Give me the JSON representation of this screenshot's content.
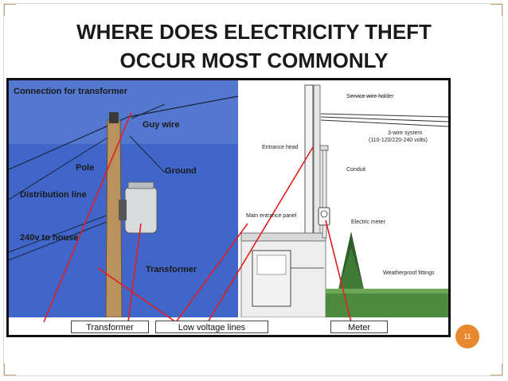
{
  "slide": {
    "title_line1": "WHERE DOES ELECTRICITY THEFT",
    "title_line2": "OCCUR MOST COMMONLY",
    "page_number": "11"
  },
  "figure": {
    "left_labels": {
      "connection": "Connection for transformer",
      "guy_wire": "Guy wire",
      "pole": "Pole",
      "ground": "Ground",
      "distribution": "Distribution line",
      "house": "240v to house",
      "transformer": "Transformer"
    },
    "right_labels": {
      "service_wire": "Service wire holder",
      "three_wire_line1": "3-wire system",
      "three_wire_line2": "(110-120/220-240 volts)",
      "entrance_head": "Entrance head",
      "conduit": "Conduit",
      "main_panel_line1": "Main entrance panel",
      "main_panel_line2": "",
      "electric_meter": "Electric meter",
      "weatherproof": "Weatherproof fittings"
    },
    "callouts": {
      "transformer": "Transformer",
      "low_voltage": "Low voltage lines",
      "meter": "Meter"
    }
  },
  "colors": {
    "sky": "#3f66c8",
    "arrow_red": "#e02020",
    "page_badge": "#e8892f"
  }
}
